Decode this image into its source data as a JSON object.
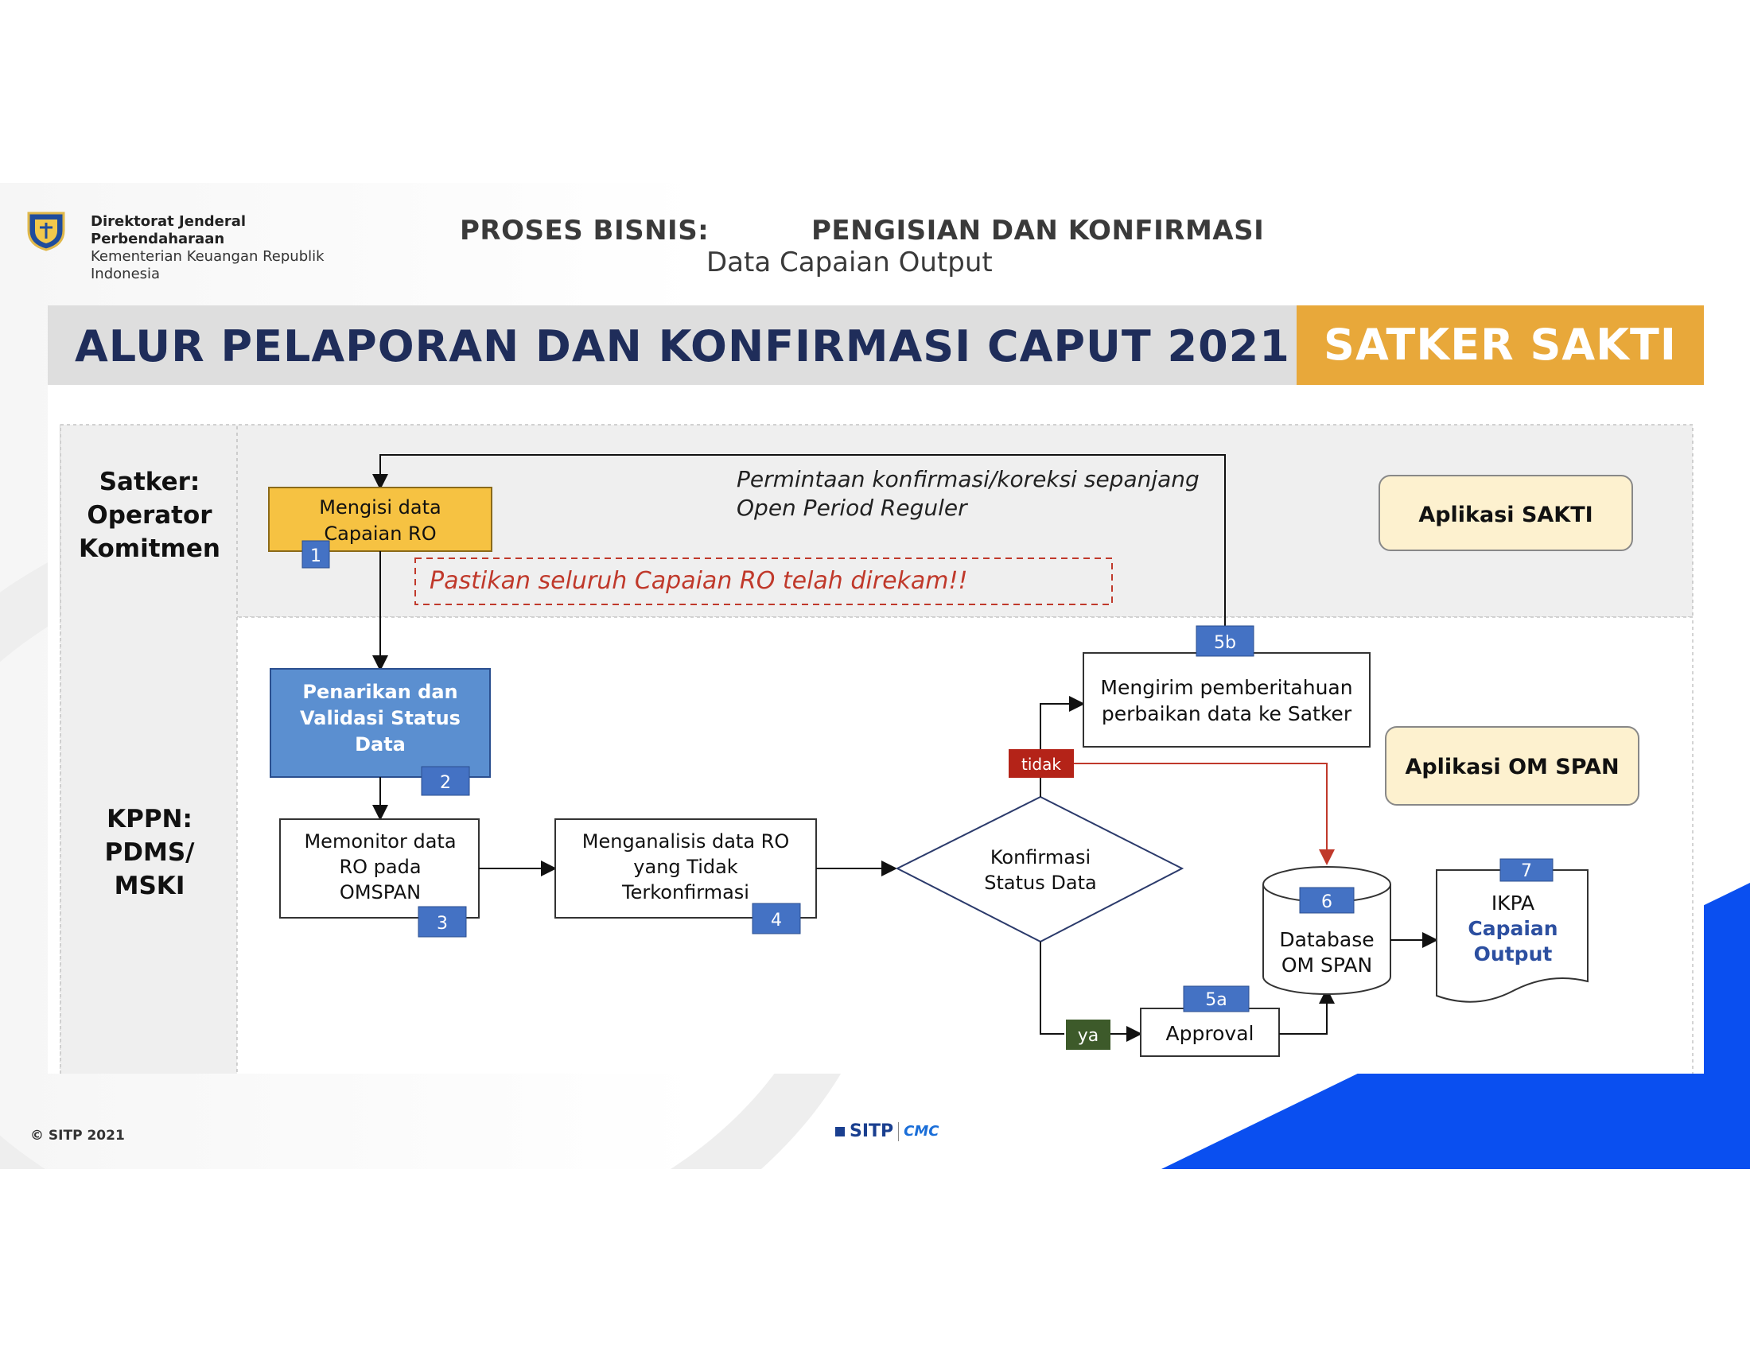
{
  "header": {
    "org_name_line1": "Direktorat Jenderal",
    "org_name_line2": "Perbendaharaan",
    "org_sub_line1": "Kementerian Keuangan Republik",
    "org_sub_line2": "Indonesia",
    "title_part1": "PROSES BISNIS:",
    "title_part2": "PENGISIAN DAN KONFIRMASI",
    "subtitle": "Data Capaian Output"
  },
  "banner": {
    "title": "ALUR PELAPORAN DAN KONFIRMASI CAPUT 2021",
    "tag": "SATKER SAKTI",
    "tag_color": "#e8a83a"
  },
  "lanes": {
    "satker": [
      "Satker:",
      "Operator",
      "Komitmen"
    ],
    "kppn": [
      "KPPN:",
      "PDMS/",
      "MSKI"
    ]
  },
  "nodes": {
    "n1": {
      "lines": [
        "Mengisi data",
        "Capaian RO"
      ],
      "badge": "1"
    },
    "note_request": [
      "Permintaan konfirmasi/koreksi sepanjang",
      "Open Period Reguler"
    ],
    "note_warning": "Pastikan seluruh Capaian RO telah direkam!!",
    "app_sakti": "Aplikasi SAKTI",
    "n2": {
      "lines": [
        "Penarikan dan",
        "Validasi Status",
        "Data"
      ],
      "badge": "2"
    },
    "n3": {
      "lines": [
        "Memonitor data",
        "RO pada",
        "OMSPAN"
      ],
      "badge": "3"
    },
    "n4": {
      "lines": [
        "Menganalisis data RO",
        "yang Tidak",
        "Terkonfirmasi"
      ],
      "badge": "4"
    },
    "decision": {
      "lines": [
        "Konfirmasi",
        "Status Data"
      ]
    },
    "tidak": "tidak",
    "ya": "ya",
    "n5b": {
      "lines": [
        "Mengirim pemberitahuan",
        "perbaikan data ke Satker"
      ],
      "badge": "5b"
    },
    "n5a": {
      "lines": [
        "Approval"
      ],
      "badge": "5a"
    },
    "app_omspan": "Aplikasi OM SPAN",
    "n6": {
      "lines": [
        "Database",
        "OM SPAN"
      ],
      "badge": "6"
    },
    "n7": {
      "lines": [
        "IKPA",
        "Capaian",
        "Output"
      ],
      "badge": "7"
    }
  },
  "footer": {
    "copyright": "© SITP 2021",
    "logo_sitp": "SITP",
    "logo_cmc": "CMC"
  },
  "colors": {
    "badge_blue": "#4472c4",
    "box_yellow": "#f6c242",
    "box_blue": "#5b8fd0",
    "app_cream": "#fdf1cf",
    "tidak_red": "#b42318",
    "ya_green": "#3d5a2a",
    "warning_red": "#c0392b"
  }
}
